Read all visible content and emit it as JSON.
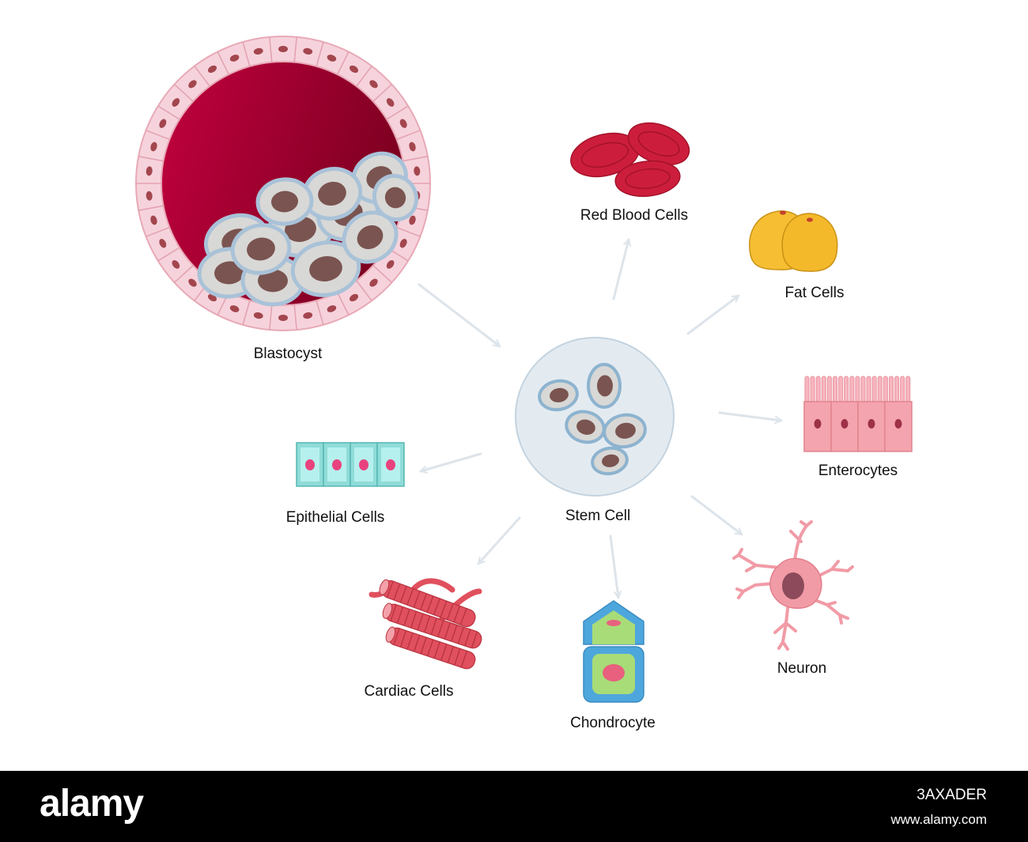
{
  "labels": {
    "blastocyst": "Blastocyst",
    "stem_cell": "Stem Cell",
    "red_blood_cells": "Red Blood Cells",
    "fat_cells": "Fat Cells",
    "enterocytes": "Enterocytes",
    "epithelial_cells": "Epithelial Cells",
    "cardiac_cells": "Cardiac Cells",
    "chondrocyte": "Chondrocyte",
    "neuron": "Neuron"
  },
  "footer": {
    "brand": "alamy",
    "image_id": "3AXADER",
    "site": "www.alamy.com"
  },
  "colors": {
    "arrow": "#dde4ea",
    "blastocyst_fill": "#c0003a",
    "trophoblast": "#f6d3dc",
    "inner_cell": "#d8d8d6",
    "inner_cell_outline": "#a9c2d8",
    "nucleus": "#7a5450",
    "red_blood_cell": "#cc1e3c",
    "fat_cell": "#f6bf33",
    "enterocyte": "#f4a4ae",
    "epithelial": "#a4e6e4",
    "cardiac": "#e0505e",
    "chondrocyte_outer": "#5ab3e6",
    "chondrocyte_inner": "#a8dc78",
    "neuron": "#f19ba6"
  }
}
